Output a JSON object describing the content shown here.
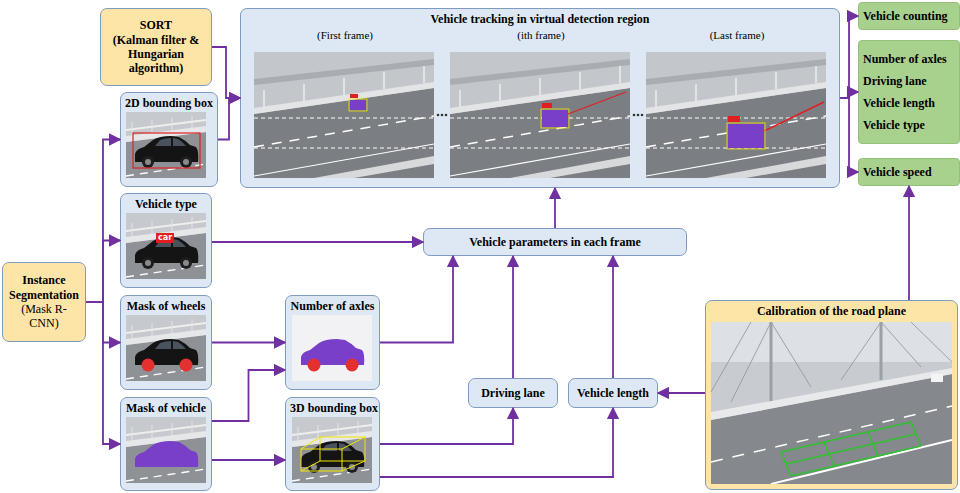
{
  "diagram": {
    "nodes": [
      {
        "text": [
          "SORT",
          "(Kalman filter & Hungarian algorithm)"
        ]
      },
      {
        "text": [
          "2D bounding box"
        ]
      },
      {
        "text": [
          "Vehicle tracking in virtual detection region",
          "(First frame)",
          "(ith frame)",
          "(Last frame)"
        ]
      },
      {
        "text": [
          "Vehicle counting"
        ]
      },
      {
        "text": [
          "Number of axles",
          "Driving lane",
          "Vehicle length",
          "Vehicle type"
        ]
      },
      {
        "text": [
          "Vehicle speed"
        ]
      },
      {
        "text": [
          "Vehicle type"
        ]
      },
      {
        "text": [
          "Instance Segmentation",
          "(Mask R-CNN)"
        ]
      },
      {
        "text": [
          "Vehicle parameters in each frame"
        ]
      },
      {
        "text": [
          "Mask of wheels"
        ]
      },
      {
        "text": [
          "Number of axles"
        ]
      },
      {
        "text": [
          "Mask of vehicle"
        ]
      },
      {
        "text": [
          "3D bounding box"
        ]
      },
      {
        "text": [
          "Driving lane"
        ]
      },
      {
        "text": [
          "Vehicle length"
        ]
      },
      {
        "text": [
          "Calibration of the road plane"
        ]
      }
    ],
    "edges": [
      {
        "from": 7,
        "to": 1,
        "arrow": "to"
      },
      {
        "from": 7,
        "to": 6,
        "arrow": "to"
      },
      {
        "from": 7,
        "to": 9,
        "arrow": "to"
      },
      {
        "from": 7,
        "to": 11,
        "arrow": "to"
      },
      {
        "from": 0,
        "to": 2,
        "arrow": "to"
      },
      {
        "from": 1,
        "to": 2,
        "arrow": "to"
      },
      {
        "from": 6,
        "to": 8,
        "arrow": "to"
      },
      {
        "from": 9,
        "to": 10,
        "arrow": "to"
      },
      {
        "from": 11,
        "to": 10,
        "arrow": "to"
      },
      {
        "from": 11,
        "to": 12,
        "arrow": "to"
      },
      {
        "from": 10,
        "to": 8,
        "arrow": "to"
      },
      {
        "from": 12,
        "to": 13,
        "arrow": "to"
      },
      {
        "from": 12,
        "to": 14,
        "arrow": "to"
      },
      {
        "from": 13,
        "to": 8,
        "arrow": "to"
      },
      {
        "from": 14,
        "to": 8,
        "arrow": "to"
      },
      {
        "from": 15,
        "to": 14,
        "arrow": "to"
      },
      {
        "from": 8,
        "to": 2,
        "arrow": "to"
      },
      {
        "from": 2,
        "to": 3,
        "arrow": "to"
      },
      {
        "from": 2,
        "to": 4,
        "arrow": "to"
      },
      {
        "from": 2,
        "to": 5,
        "arrow": "to"
      },
      {
        "from": 15,
        "to": 5,
        "arrow": "to"
      }
    ],
    "labels": [
      "car"
    ]
  }
}
